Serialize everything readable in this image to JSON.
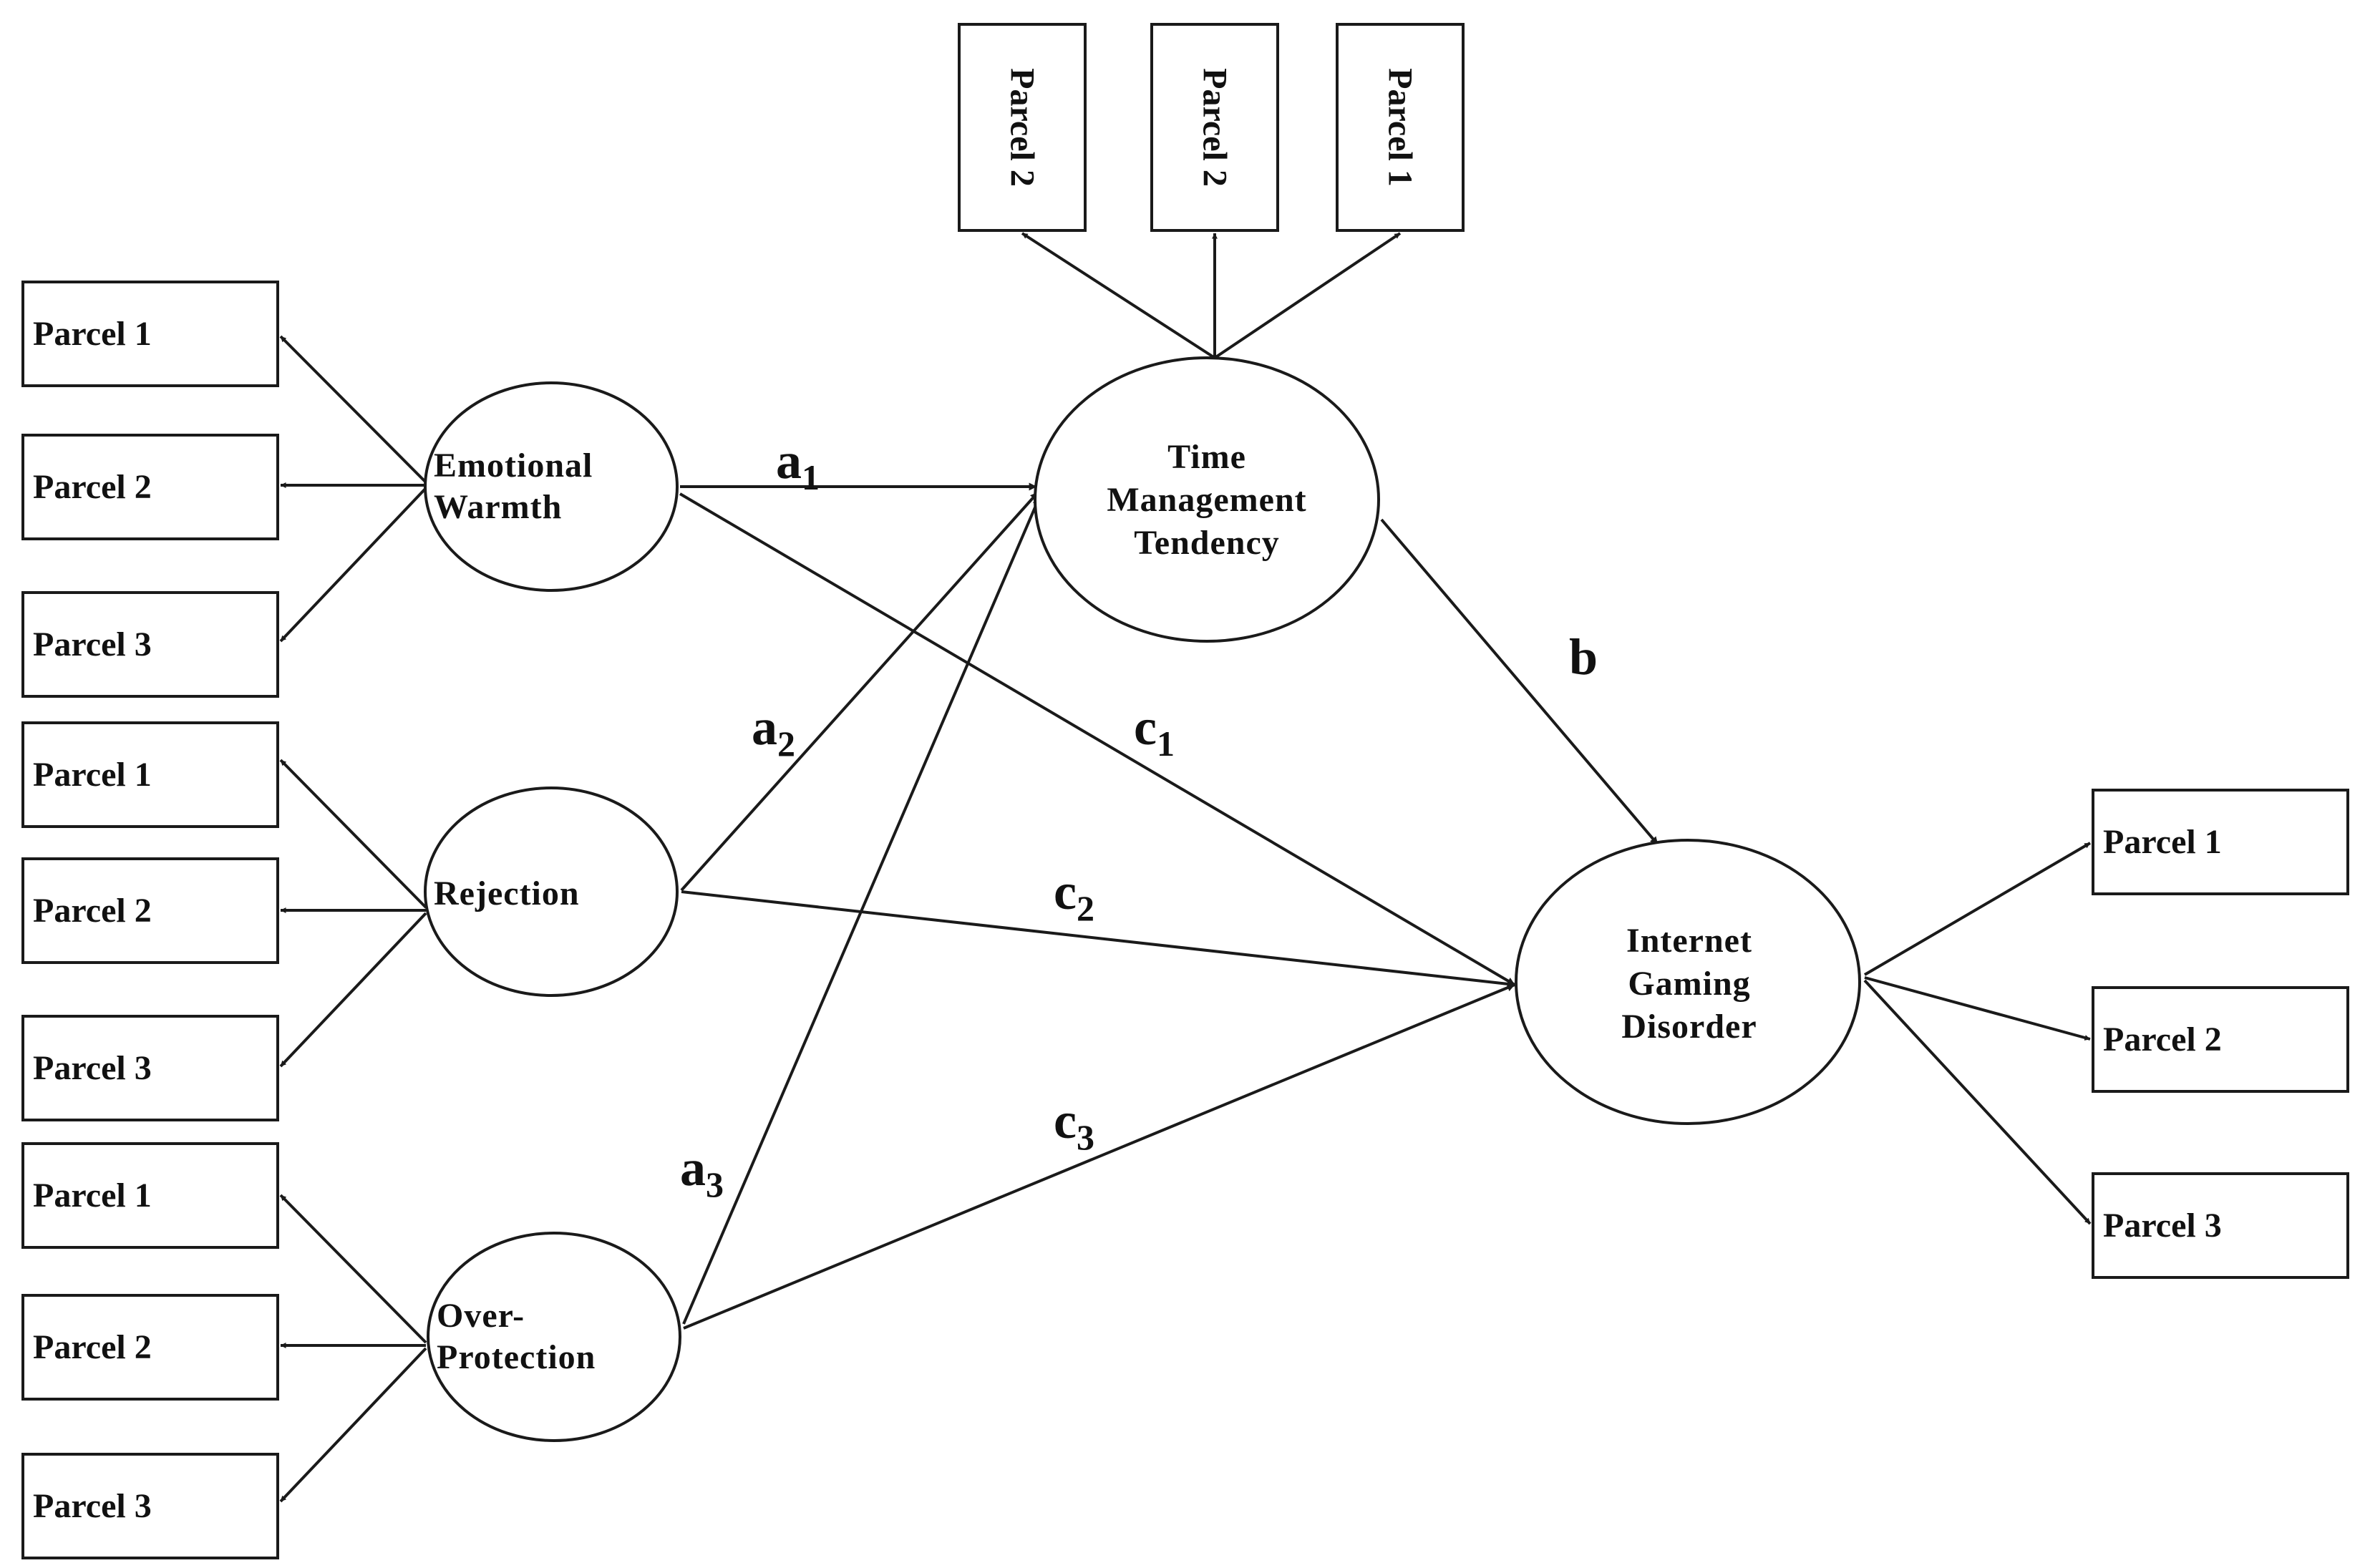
{
  "constructs": {
    "emotional_warmth": {
      "line1": "Emotional",
      "line2": "Warmth"
    },
    "rejection": {
      "line1": "Rejection"
    },
    "over_protection": {
      "line1": "Over-",
      "line2": "Protection"
    },
    "time_management": {
      "line1": "Time",
      "line2": "Management",
      "line3": "Tendency"
    },
    "internet_gaming": {
      "line1": "Internet",
      "line2": "Gaming",
      "line3": "Disorder"
    }
  },
  "indicators": {
    "ew": [
      "Parcel 1",
      "Parcel 2",
      "Parcel 3"
    ],
    "rj": [
      "Parcel 1",
      "Parcel 2",
      "Parcel 3"
    ],
    "op": [
      "Parcel 1",
      "Parcel 2",
      "Parcel 3"
    ],
    "tm": [
      "Parcel 2",
      "Parcel 2",
      "Parcel 1"
    ],
    "ig": [
      "Parcel 1",
      "Parcel 2",
      "Parcel 3"
    ]
  },
  "paths": {
    "a1": {
      "main": "a",
      "sub": "1"
    },
    "a2": {
      "main": "a",
      "sub": "2"
    },
    "a3": {
      "main": "a",
      "sub": "3"
    },
    "b": {
      "main": "b"
    },
    "c1": {
      "main": "c",
      "sub": "1"
    },
    "c2": {
      "main": "c",
      "sub": "2"
    },
    "c3": {
      "main": "c",
      "sub": "3"
    }
  }
}
